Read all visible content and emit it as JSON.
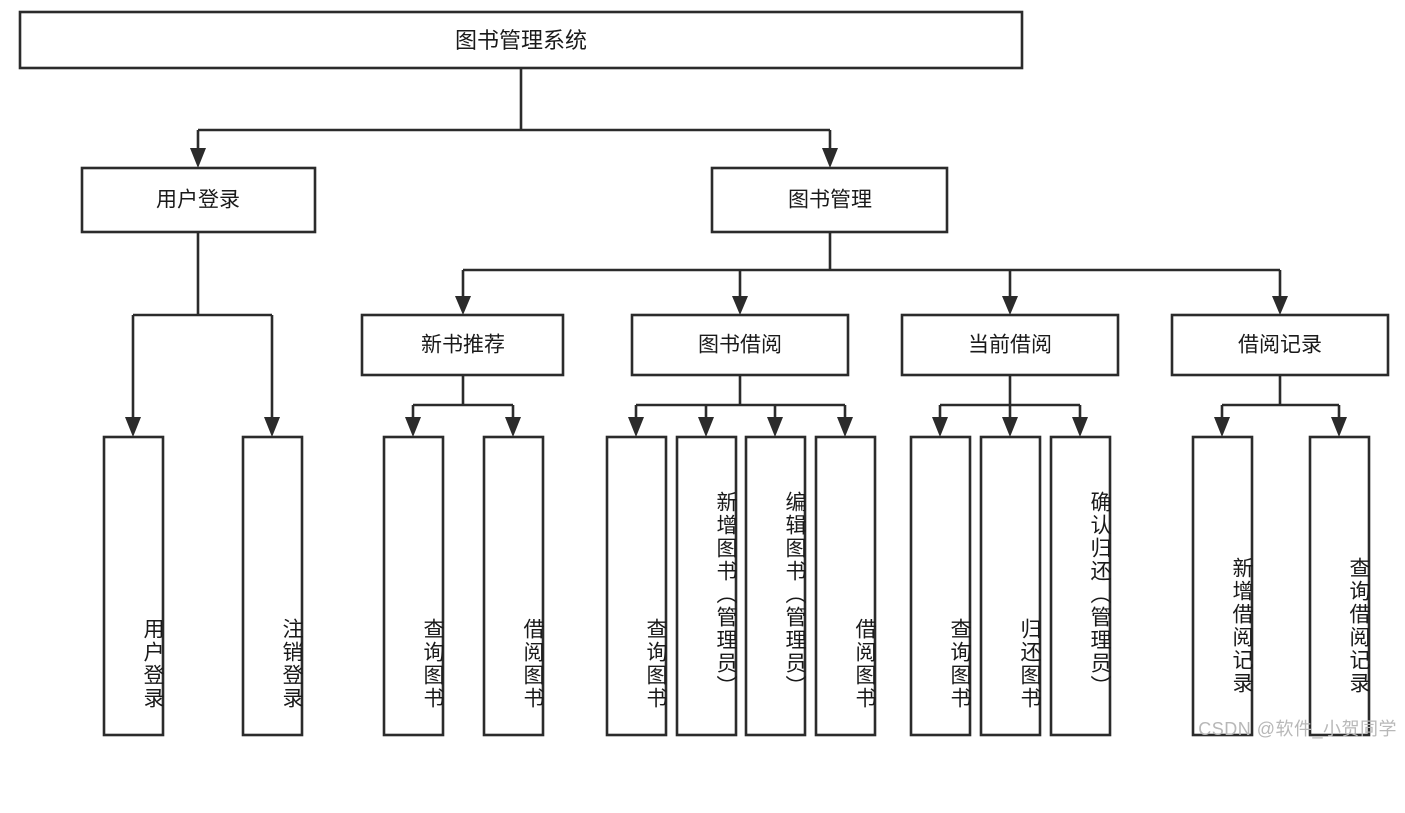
{
  "diagram": {
    "type": "tree",
    "title": "图书管理系统",
    "root": {
      "id": "root",
      "label": "图书管理系统",
      "orientation": "horizontal"
    },
    "level2": [
      {
        "id": "user-login",
        "label": "用户登录",
        "orientation": "horizontal"
      },
      {
        "id": "book-manage",
        "label": "图书管理",
        "orientation": "horizontal"
      }
    ],
    "level3": [
      {
        "id": "new-book-rec",
        "label": "新书推荐",
        "parent": "book-manage",
        "orientation": "horizontal"
      },
      {
        "id": "book-borrow",
        "label": "图书借阅",
        "parent": "book-manage",
        "orientation": "horizontal"
      },
      {
        "id": "current-borrow",
        "label": "当前借阅",
        "parent": "book-manage",
        "orientation": "horizontal"
      },
      {
        "id": "borrow-record",
        "label": "借阅记录",
        "parent": "book-manage",
        "orientation": "horizontal"
      }
    ],
    "leaves": [
      {
        "id": "leaf-user-login",
        "label": "用户登录",
        "parent": "user-login",
        "orientation": "vertical"
      },
      {
        "id": "leaf-user-logout",
        "label": "注销登录",
        "parent": "user-login",
        "orientation": "vertical"
      },
      {
        "id": "leaf-query-book-1",
        "label": "查询图书",
        "parent": "new-book-rec",
        "orientation": "vertical"
      },
      {
        "id": "leaf-borrow-book-1",
        "label": "借阅图书",
        "parent": "new-book-rec",
        "orientation": "vertical"
      },
      {
        "id": "leaf-query-book-2",
        "label": "查询图书",
        "parent": "book-borrow",
        "orientation": "vertical"
      },
      {
        "id": "leaf-add-book",
        "label": "新增图书（管理员）",
        "parent": "book-borrow",
        "orientation": "vertical"
      },
      {
        "id": "leaf-edit-book",
        "label": "编辑图书（管理员）",
        "parent": "book-borrow",
        "orientation": "vertical"
      },
      {
        "id": "leaf-borrow-book-2",
        "label": "借阅图书",
        "parent": "book-borrow",
        "orientation": "vertical"
      },
      {
        "id": "leaf-query-book-3",
        "label": "查询图书",
        "parent": "current-borrow",
        "orientation": "vertical"
      },
      {
        "id": "leaf-return-book",
        "label": "归还图书",
        "parent": "current-borrow",
        "orientation": "vertical"
      },
      {
        "id": "leaf-confirm-return",
        "label": "确认归还（管理员）",
        "parent": "current-borrow",
        "orientation": "vertical"
      },
      {
        "id": "leaf-add-record",
        "label": "新增借阅记录",
        "parent": "borrow-record",
        "orientation": "vertical"
      },
      {
        "id": "leaf-query-record",
        "label": "查询借阅记录",
        "parent": "borrow-record",
        "orientation": "vertical"
      }
    ],
    "colors": {
      "stroke": "#2b2b2b",
      "fill": "#ffffff",
      "text": "#1a1a1a",
      "background": "#ffffff",
      "watermark": "#b8b8b8"
    }
  },
  "watermark": {
    "text": "CSDN @软件_小贺同学"
  }
}
